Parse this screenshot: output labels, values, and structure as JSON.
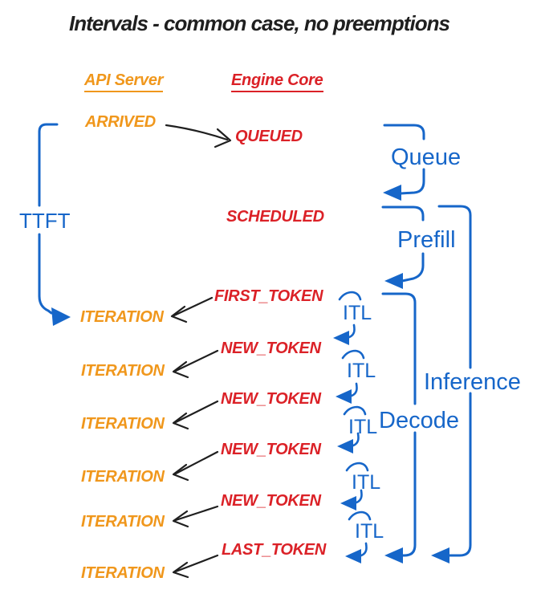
{
  "title": "Intervals - common case, no preemptions",
  "columns": {
    "api_server": "API Server",
    "engine_core": "Engine Core"
  },
  "events": {
    "arrived": "ARRIVED",
    "queued": "QUEUED",
    "scheduled": "SCHEDULED",
    "first_token": "FIRST_TOKEN",
    "new_token": "NEW_TOKEN",
    "last_token": "LAST_TOKEN",
    "iteration": "ITERATION"
  },
  "intervals": {
    "ttft": "TTFT",
    "queue": "Queue",
    "prefill": "Prefill",
    "decode": "Decode",
    "inference": "Inference",
    "itl": "ITL"
  },
  "colors": {
    "orange": "#F0971C",
    "red": "#DB2127",
    "blue": "#1666C9",
    "ink": "#1F1F1F"
  }
}
